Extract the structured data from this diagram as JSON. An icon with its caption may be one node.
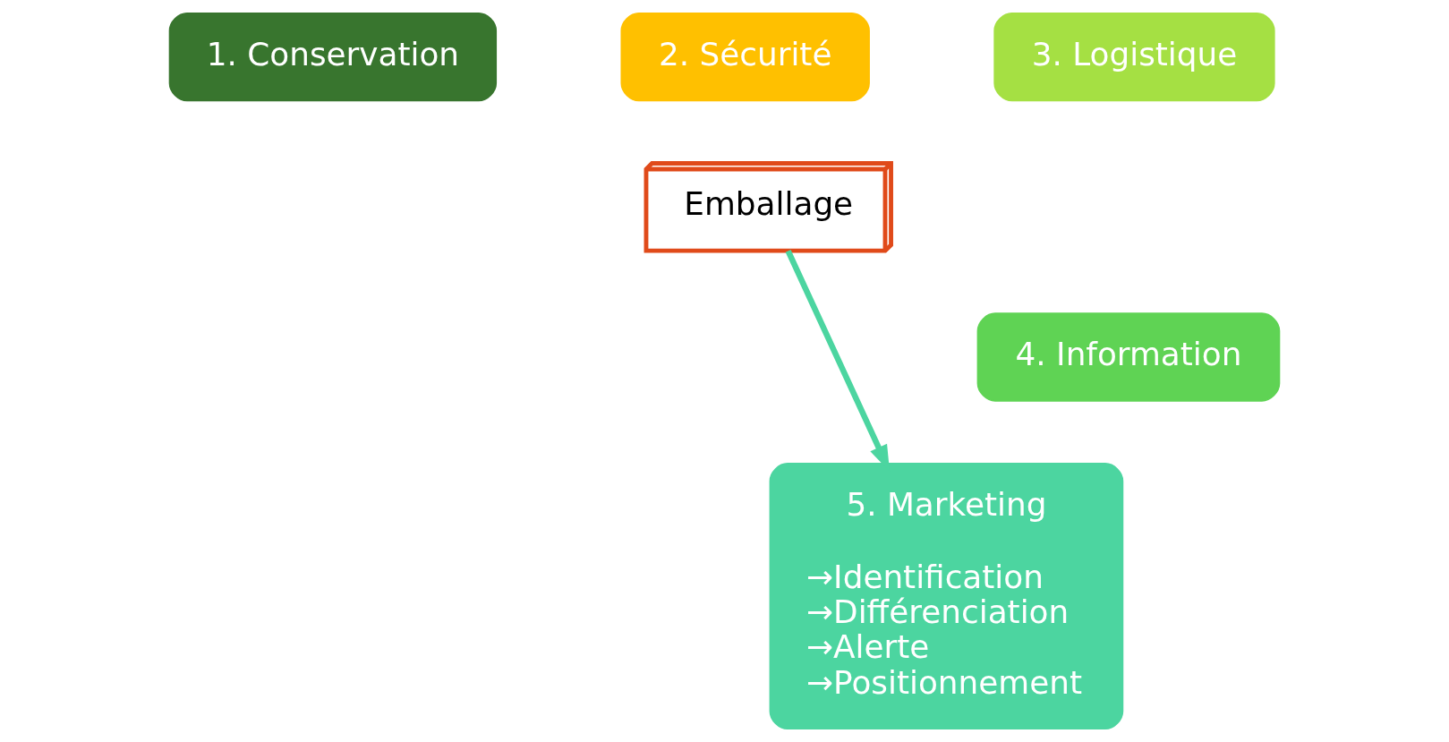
{
  "diagram": {
    "nodes": [
      {
        "text": [
          "1. Conservation"
        ]
      },
      {
        "text": [
          "2. Sécurité"
        ]
      },
      {
        "text": [
          "3. Logistique"
        ]
      },
      {
        "text": [
          "Emballage"
        ]
      },
      {
        "text": [
          "4. Information"
        ]
      },
      {
        "text": [
          "5. Marketing",
          "→Identification",
          "→Différenciation",
          "→Alerte",
          "→Positionnement"
        ]
      }
    ],
    "edges": [
      {
        "from": 3,
        "to": 5,
        "arrow": "to",
        "color": "#4cd5a0"
      }
    ]
  }
}
